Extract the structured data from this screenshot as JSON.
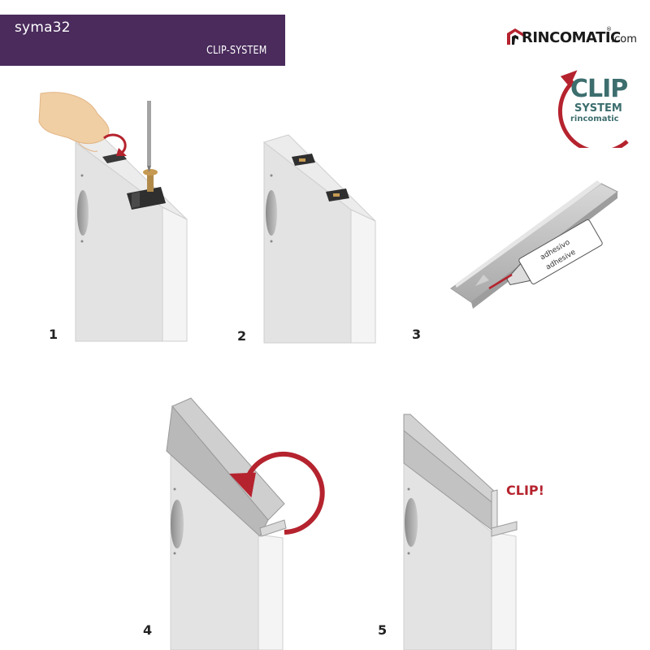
{
  "header": {
    "product": "syma32",
    "system": "CLIP-SYSTEM"
  },
  "logo": {
    "name": "RINCOMATIC",
    "registered": "®",
    "domain": ".com"
  },
  "badge": {
    "clip": "CLIP",
    "system": "SYSTEM",
    "brand": "rincomatic"
  },
  "steps": [
    "1",
    "2",
    "3",
    "4",
    "5"
  ],
  "tube": {
    "line1": "adhesivo",
    "line2": "adhesive"
  },
  "clip_callout": "CLIP!",
  "colors": {
    "banner": "#4a2b5c",
    "accent_red": "#b5232e",
    "badge_teal": "#3d6e6e",
    "panel": "#e3e3e3",
    "panel_edge": "#f4f4f4",
    "profile": "#c4c4c4"
  }
}
